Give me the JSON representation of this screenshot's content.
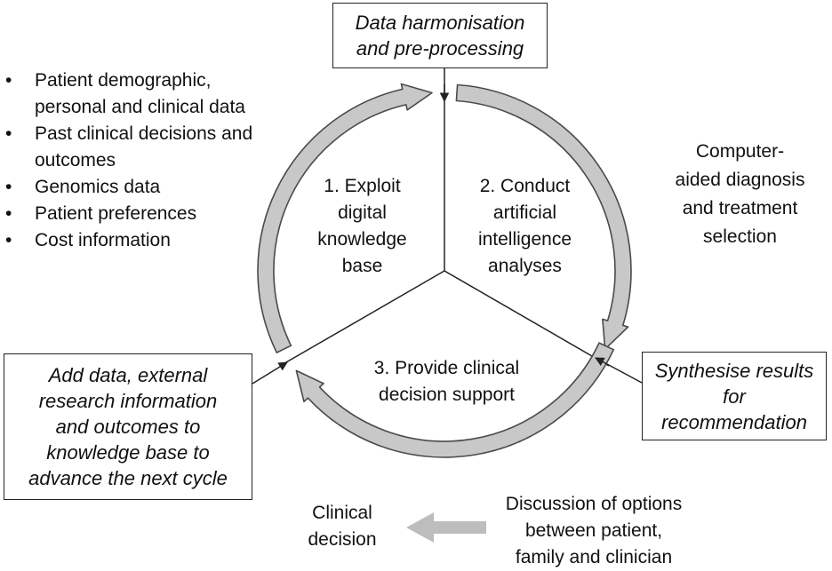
{
  "top_box": {
    "lines": [
      "Data harmonisation",
      "and pre-processing"
    ]
  },
  "inputs_list": [
    {
      "lines": [
        "Patient demographic,",
        "personal and clinical data"
      ]
    },
    {
      "lines": [
        "Past clinical decisions and",
        "outcomes"
      ]
    },
    {
      "lines": [
        "Genomics data"
      ]
    },
    {
      "lines": [
        "Patient preferences"
      ]
    },
    {
      "lines": [
        "Cost information"
      ]
    }
  ],
  "step_1": {
    "lines": [
      "1. Exploit",
      "digital",
      "knowledge",
      "base"
    ]
  },
  "step_2": {
    "lines": [
      "2. Conduct",
      "artificial",
      "intelligence",
      "analyses"
    ]
  },
  "step_3": {
    "lines": [
      "3. Provide clinical",
      "decision support"
    ]
  },
  "cad_label": {
    "lines": [
      "Computer-",
      "aided diagnosis",
      "and treatment",
      "selection"
    ]
  },
  "synthesise_box": {
    "lines": [
      "Synthesise results",
      "for",
      "recommendation"
    ]
  },
  "add_data_box": {
    "lines": [
      "Add data, external",
      "research information",
      "and outcomes to",
      "knowledge base to",
      "advance the next cycle"
    ]
  },
  "clinical_decision": {
    "lines": [
      "Clinical",
      "decision"
    ]
  },
  "discussion": {
    "lines": [
      "Discussion of options",
      "between patient,",
      "family and clinician"
    ]
  },
  "colors": {
    "cycle_arrow_fill": "#c8c8c8",
    "cycle_arrow_edge": "#4a4a4a",
    "decision_arrow": "#bdbdbd",
    "line": "#222222"
  }
}
